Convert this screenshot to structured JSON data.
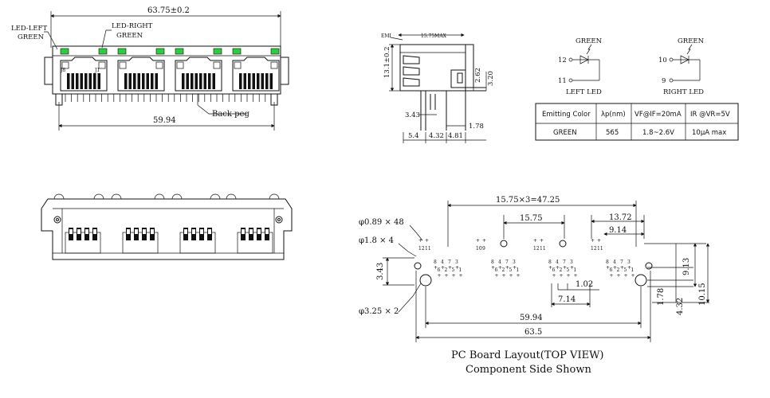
{
  "front_view": {
    "overall_width": "63.75±0.2",
    "led_left_label": [
      "LED-LEFT",
      "GREEN"
    ],
    "led_right_label": [
      "LED-RIGHT",
      "GREEN"
    ],
    "port_labels": [
      "J8",
      "J1"
    ],
    "pitch_dim": "59.94",
    "back_peg_label": "Back peg",
    "led_color": "#2ecc40"
  },
  "side_view": {
    "emi_label": "EMI",
    "top_dim": "15.75MAX",
    "height_dim": "13.1±0.2",
    "dim_262": "2.62",
    "dim_320": "3.20",
    "dim_343": "3.43",
    "dim_178": "1.78",
    "bottom_dims": [
      "5.4",
      "4.32",
      "4.81"
    ]
  },
  "led_schematic": {
    "left": {
      "color": "GREEN",
      "pin_top": "12",
      "pin_bottom": "11",
      "label": "LEFT LED"
    },
    "right": {
      "color": "GREEN",
      "pin_top": "10",
      "pin_bottom": "9",
      "label": "RIGHT LED"
    }
  },
  "led_table": {
    "headers": [
      "Emitting Color",
      "λp(nm)",
      "VF@IF=20mA",
      "IR @VR=5V"
    ],
    "rows": [
      [
        "GREEN",
        "565",
        "1.8~2.6V",
        "10μA max"
      ]
    ]
  },
  "pcb_layout": {
    "dim_total_pitch": "15.75×3=47.25",
    "dim_port_pitch": "15.75",
    "dim_1372": "13.72",
    "dim_914": "9.14",
    "hole_089": "φ0.89 × 48",
    "hole_18": "φ1.8 × 4",
    "hole_325": "φ3.25 × 2",
    "dim_343": "3.43",
    "dim_102": "1.02",
    "dim_714": "7.14",
    "dim_5994": "59.94",
    "dim_635": "63.5",
    "dim_913": "9.13",
    "dim_178": "1.78",
    "dim_432": "4.32",
    "dim_1015": "10.15",
    "pin_numbers_top": [
      "12",
      "11",
      "10",
      "9",
      "12",
      "11"
    ],
    "pin_numbers_bottom": [
      "8",
      "6",
      "4",
      "2",
      "7",
      "5",
      "3",
      "1"
    ],
    "caption_line1": "PC Board Layout(TOP VIEW)",
    "caption_line2": "Component Side Shown"
  }
}
